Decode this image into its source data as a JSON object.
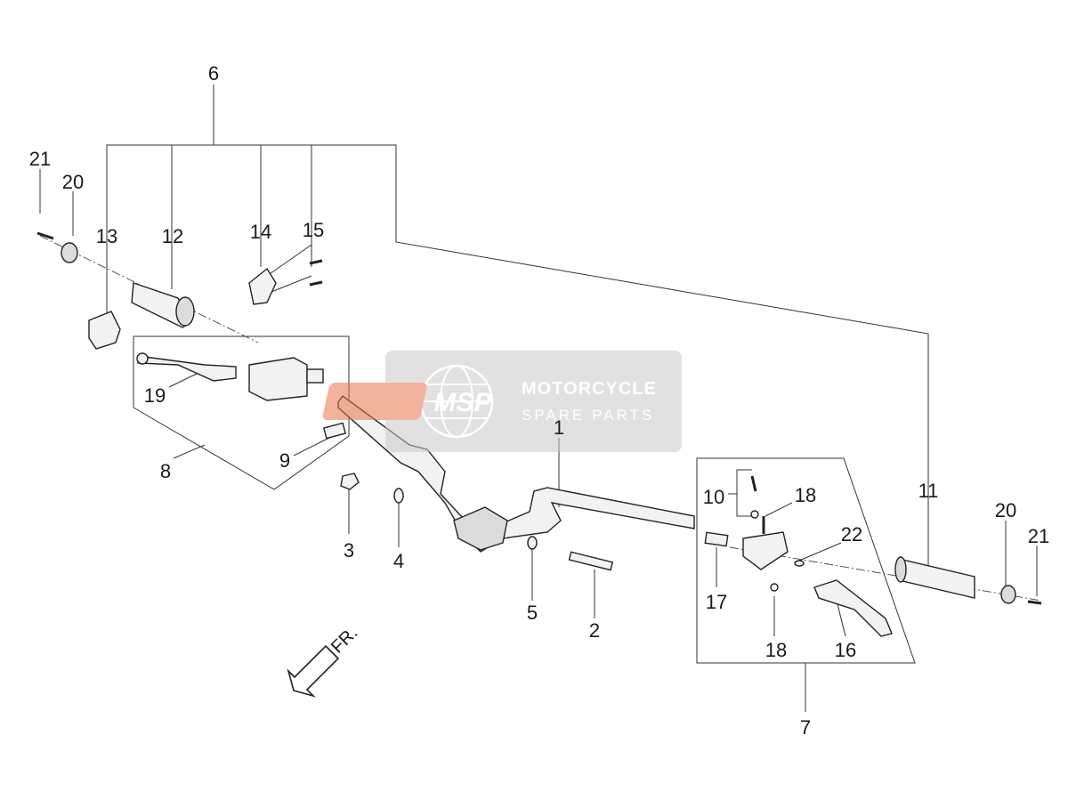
{
  "callouts": [
    "1",
    "2",
    "3",
    "4",
    "5",
    "6",
    "7",
    "8",
    "9",
    "10",
    "11",
    "12",
    "13",
    "14",
    "15",
    "16",
    "17",
    "18",
    "18",
    "19",
    "20",
    "20",
    "21",
    "21",
    "22"
  ],
  "front_label": "FR.",
  "watermark": {
    "logo_text": "MSP",
    "line1": "MOTORCYCLE",
    "line2": "SPARE PARTS",
    "accent_color": "#e8744d"
  }
}
